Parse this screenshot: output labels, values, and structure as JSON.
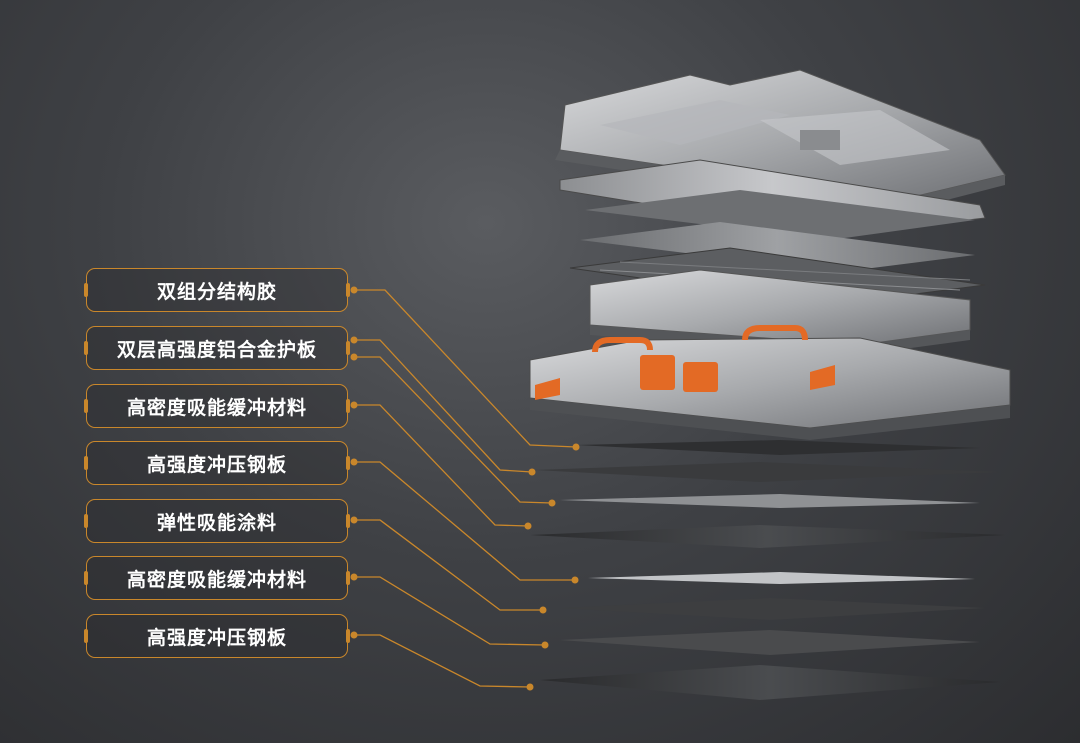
{
  "labels": [
    {
      "text": "双组分结构胶"
    },
    {
      "text": "双层高强度铝合金护板"
    },
    {
      "text": "高密度吸能缓冲材料"
    },
    {
      "text": "高强度冲压钢板"
    },
    {
      "text": "弹性吸能涂料"
    },
    {
      "text": "高密度吸能缓冲材料"
    },
    {
      "text": "高强度冲压钢板"
    }
  ],
  "colors": {
    "accent": "#c9872b",
    "background": "#3f4145",
    "text": "#ffffff",
    "handle": "#e36a25"
  }
}
